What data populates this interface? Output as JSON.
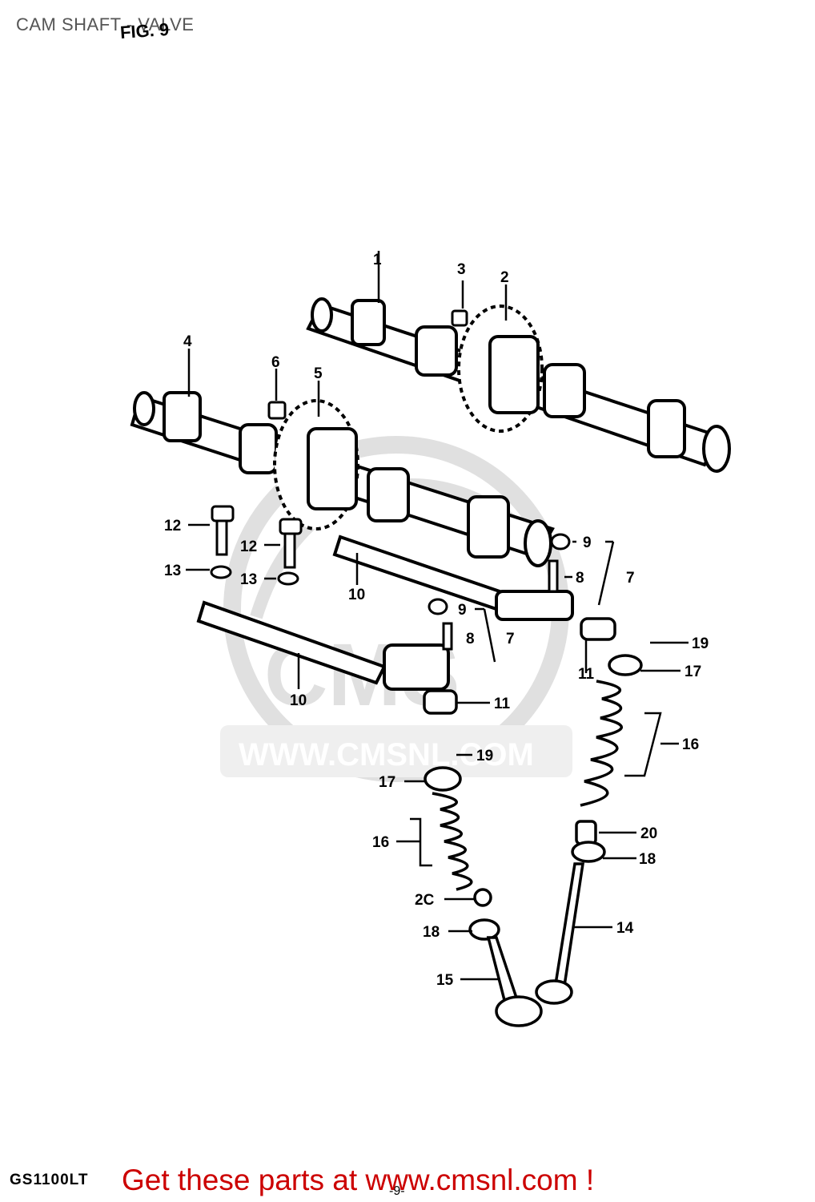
{
  "page": {
    "title": "CAM SHAFT - VALVE",
    "figure_label": "FIG. 9",
    "model_code": "GS1100LT",
    "page_number": "-9-"
  },
  "watermark": {
    "text": "WWW.CMSNL.COM"
  },
  "cta": {
    "label": "Get these parts at www.cmsnl.com !",
    "color": "#cc0000"
  },
  "callouts": [
    "1",
    "2",
    "3",
    "4",
    "5",
    "6",
    "12",
    "12",
    "13",
    "13",
    "10",
    "10",
    "9",
    "9",
    "8",
    "8",
    "7",
    "7",
    "11",
    "11",
    "19",
    "19",
    "17",
    "17",
    "16",
    "16",
    "20",
    "2C",
    "18",
    "18",
    "14",
    "15"
  ]
}
